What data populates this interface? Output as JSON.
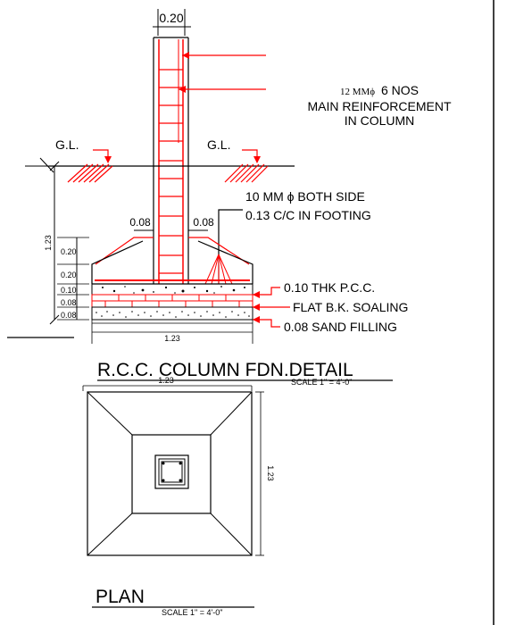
{
  "section": {
    "column_width": "0.20",
    "rebar_size": "12 MMϕ",
    "rebar_count": "6 NOS",
    "main_reinf_line1": "MAIN REINFORCEMENT",
    "main_reinf_line2": "IN COLUMN",
    "ground_level_left": "G.L.",
    "ground_level_right": "G.L.",
    "footing_bars_line1": "10 MM ϕ BOTH SIDE",
    "footing_bars_line2": "0.13 C/C IN FOOTING",
    "offset_left": "0.08",
    "offset_right": "0.08",
    "depth_total": "1.23",
    "layer_1": "0.20",
    "layer_2": "0.20",
    "layer_3": "0.10",
    "layer_4": "0.08",
    "layer_5": "0.08",
    "pcc_label": "0.10 THK P.C.C.",
    "brick_label": "FLAT B.K. SOALING",
    "sand_label": "0.08 SAND FILLING",
    "base_width": "1.23",
    "title": "R.C.C. COLUMN FDN.DETAIL",
    "scale": "SCALE 1\" = 4'-0\""
  },
  "plan": {
    "width_label": "1.23",
    "height_label": "1.23",
    "title": "PLAN",
    "scale": "SCALE 1\" = 4'-0\""
  },
  "colors": {
    "line": "#000000",
    "rebar": "#ff0000"
  }
}
